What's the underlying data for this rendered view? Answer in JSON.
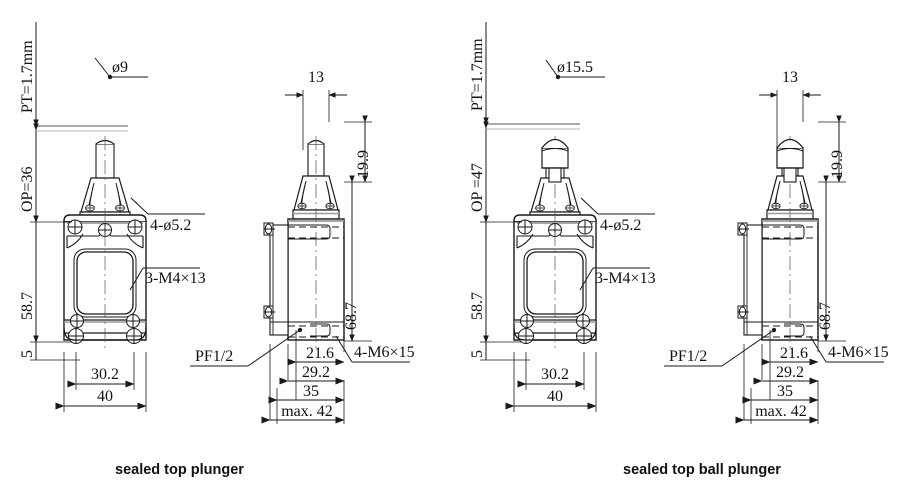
{
  "page": {
    "background": "#ffffff",
    "line_color": "#1a1a1a",
    "shade_color": "#9a9a9a"
  },
  "captions": {
    "left": "sealed top plunger",
    "right": "sealed top ball plunger"
  },
  "views": {
    "left": {
      "front": {
        "vertical_dims": [
          {
            "name": "pt",
            "label": "PT=1.7mm"
          },
          {
            "name": "op",
            "label": "OP=36"
          },
          {
            "name": "body-height",
            "label": "58.7"
          },
          {
            "name": "base-height",
            "label": "5"
          }
        ],
        "horizontal_dims": [
          {
            "name": "mount-pitch",
            "label": "30.2"
          },
          {
            "name": "overall-width",
            "label": "40"
          }
        ],
        "leaders": [
          {
            "name": "plunger-diameter",
            "label": "ø9"
          },
          {
            "name": "mounting-holes",
            "label": "4-ø5.2"
          },
          {
            "name": "screws",
            "label": "3-M4×13"
          }
        ]
      },
      "side": {
        "vertical_dims": [
          {
            "name": "head-height",
            "label": "19.9"
          },
          {
            "name": "body-depth-height",
            "label": "68.7"
          }
        ],
        "horizontal_dims": [
          {
            "name": "plunger-width",
            "label": "13"
          },
          {
            "name": "dim-21-6",
            "label": "21.6"
          },
          {
            "name": "dim-29-2",
            "label": "29.2"
          },
          {
            "name": "dim-35",
            "label": "35"
          },
          {
            "name": "dim-max-42",
            "label": "max. 42"
          }
        ],
        "leaders": [
          {
            "name": "conduit-thread",
            "label": "PF1/2"
          },
          {
            "name": "mounting-screws",
            "label": "4-M6×15"
          }
        ]
      }
    },
    "right": {
      "front": {
        "vertical_dims": [
          {
            "name": "pt",
            "label": "PT=1.7mm"
          },
          {
            "name": "op",
            "label": "OP =47"
          },
          {
            "name": "body-height",
            "label": "58.7"
          },
          {
            "name": "base-height",
            "label": "5"
          }
        ],
        "horizontal_dims": [
          {
            "name": "mount-pitch",
            "label": "30.2"
          },
          {
            "name": "overall-width",
            "label": "40"
          }
        ],
        "leaders": [
          {
            "name": "ball-plunger-diameter",
            "label": "ø15.5"
          },
          {
            "name": "mounting-holes",
            "label": "4-ø5.2"
          },
          {
            "name": "screws",
            "label": "3-M4×13"
          }
        ]
      },
      "side": {
        "vertical_dims": [
          {
            "name": "head-height",
            "label": "19.9"
          },
          {
            "name": "body-depth-height",
            "label": "68.7"
          }
        ],
        "horizontal_dims": [
          {
            "name": "plunger-width",
            "label": "13"
          },
          {
            "name": "dim-21-6",
            "label": "21.6"
          },
          {
            "name": "dim-29-2",
            "label": "29.2"
          },
          {
            "name": "dim-35",
            "label": "35"
          },
          {
            "name": "dim-max-42",
            "label": "max. 42"
          }
        ],
        "leaders": [
          {
            "name": "conduit-thread",
            "label": "PF1/2"
          },
          {
            "name": "mounting-screws",
            "label": "4-M6×15"
          }
        ]
      }
    }
  }
}
